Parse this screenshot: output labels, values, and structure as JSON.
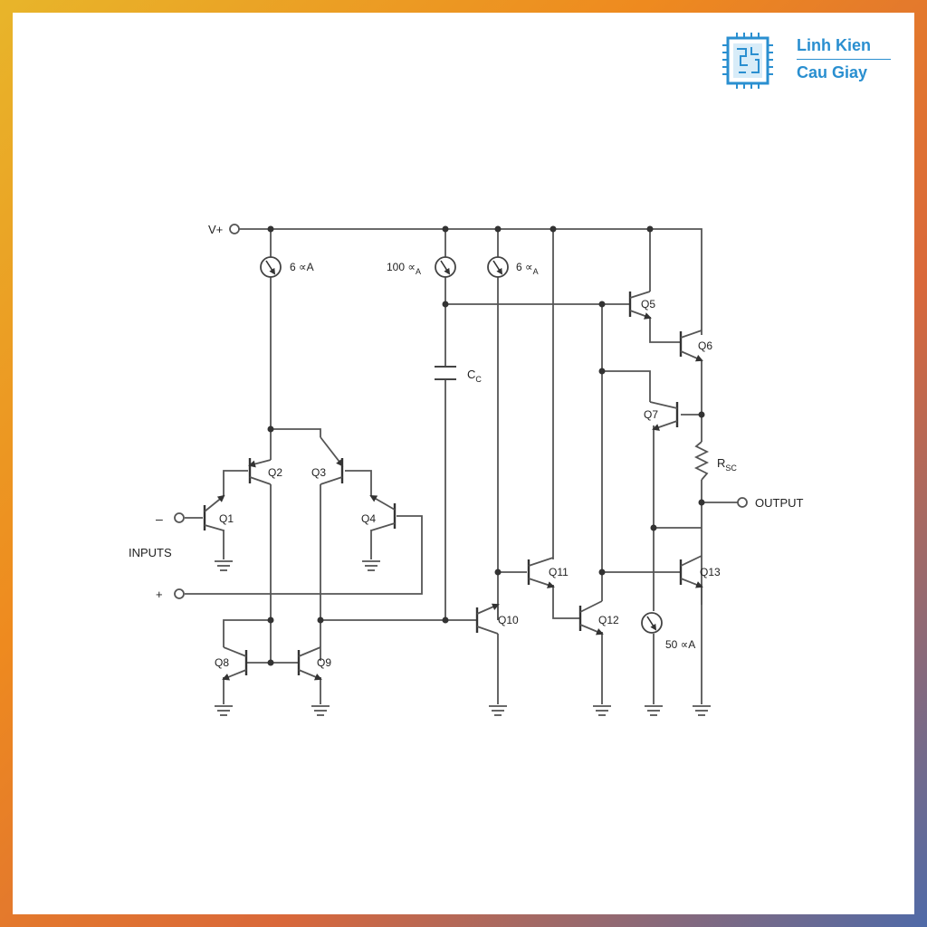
{
  "brand": {
    "name_line1": "Linh Kien",
    "name_line2": "Cau Giay",
    "color": "#2a8fd0"
  },
  "schematic": {
    "supply_label": "V+",
    "output_label": "OUTPUT",
    "inputs_label": "INPUTS",
    "inv_input_sign": "–",
    "noninv_input_sign": "+",
    "capacitor": {
      "main": "C",
      "sub": "C"
    },
    "resistor": {
      "main": "R",
      "sub": "SC"
    },
    "current_sources": {
      "cs1": "6 ∝A",
      "cs2": {
        "main": "100 ∝",
        "sub": "A"
      },
      "cs3": {
        "main": "6 ∝",
        "sub": "A"
      },
      "cs4": "50 ∝A"
    },
    "transistors": {
      "q1": "Q1",
      "q2": "Q2",
      "q3": "Q3",
      "q4": "Q4",
      "q5": "Q5",
      "q6": "Q6",
      "q7": "Q7",
      "q8": "Q8",
      "q9": "Q9",
      "q10": "Q10",
      "q11": "Q11",
      "q12": "Q12",
      "q13": "Q13"
    }
  }
}
